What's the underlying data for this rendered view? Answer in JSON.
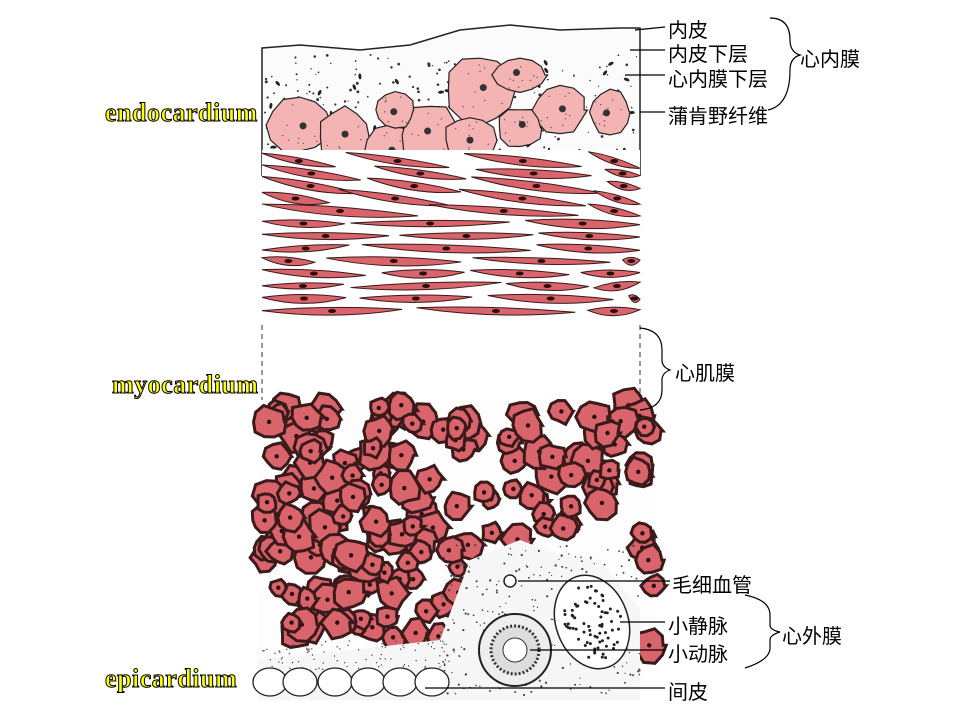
{
  "figure": {
    "layer_labels": {
      "endocardium": "endocardium",
      "myocardium": "myocardium",
      "epicardium": "epicardium"
    },
    "annotations": {
      "endothelium": "内皮",
      "subendothelial_layer": "内皮下层",
      "subendocardial_layer": "心内膜下层",
      "purkinje_fiber": "蒲肯野纤维",
      "endocardium_group": "心内膜",
      "myocardium_group": "心肌膜",
      "capillary": "毛细血管",
      "venule": "小静脉",
      "arteriole": "小动脉",
      "epicardium_group": "心外膜",
      "mesothelium": "间皮"
    },
    "colors": {
      "purkinje": "#f4b4b4",
      "muscle": "#d9646c",
      "muscle_dark": "#3a1a1a",
      "label_yellow": "#ffff00"
    }
  }
}
